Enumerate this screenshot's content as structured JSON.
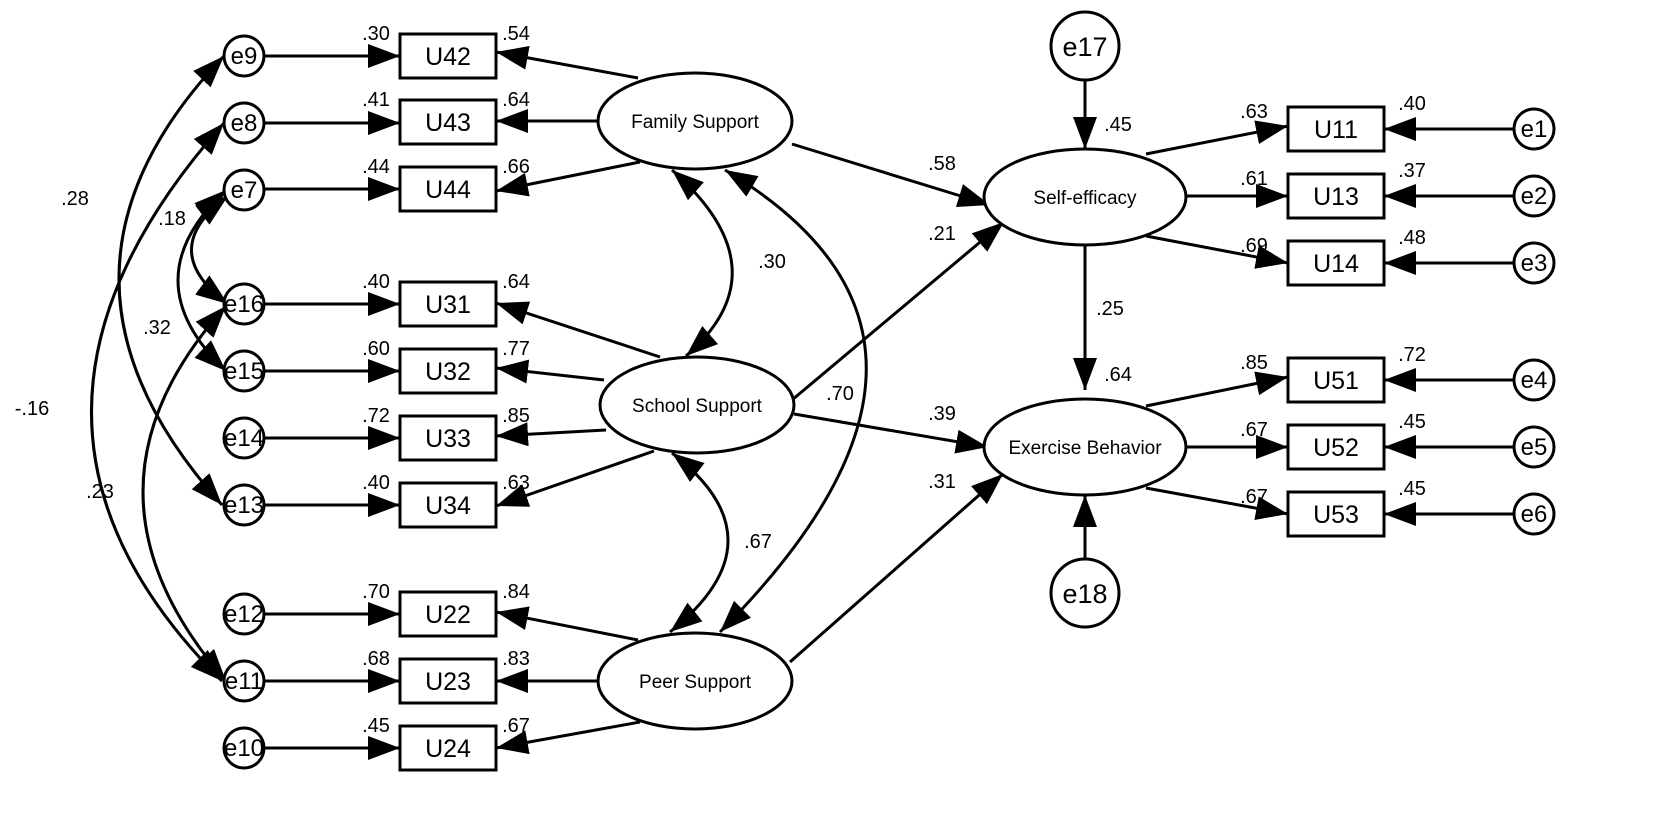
{
  "diagram": {
    "latents": {
      "family": "Family Support",
      "school": "School Support",
      "peer": "Peer Support",
      "selfeff": "Self-efficacy",
      "exercise": "Exercise Behavior"
    },
    "boxes": {
      "U42": "U42",
      "U43": "U43",
      "U44": "U44",
      "U31": "U31",
      "U32": "U32",
      "U33": "U33",
      "U34": "U34",
      "U22": "U22",
      "U23": "U23",
      "U24": "U24",
      "U11": "U11",
      "U13": "U13",
      "U14": "U14",
      "U51": "U51",
      "U52": "U52",
      "U53": "U53"
    },
    "errors": {
      "e1": "e1",
      "e2": "e2",
      "e3": "e3",
      "e4": "e4",
      "e5": "e5",
      "e6": "e6",
      "e7": "e7",
      "e8": "e8",
      "e9": "e9",
      "e10": "e10",
      "e11": "e11",
      "e12": "e12",
      "e13": "e13",
      "e14": "e14",
      "e15": "e15",
      "e16": "e16",
      "e17": "e17",
      "e18": "e18"
    },
    "squared_multiple_correlations": {
      "U42": ".30",
      "U43": ".41",
      "U44": ".44",
      "U31": ".40",
      "U32": ".60",
      "U33": ".72",
      "U34": ".40",
      "U22": ".70",
      "U23": ".68",
      "U24": ".45",
      "U11": ".40",
      "U13": ".37",
      "U14": ".48",
      "U51": ".72",
      "U52": ".45",
      "U53": ".45",
      "selfeff": ".45",
      "exercise": ".64"
    },
    "loadings": {
      "U42": ".54",
      "U43": ".64",
      "U44": ".66",
      "U31": ".64",
      "U32": ".77",
      "U33": ".85",
      "U34": ".63",
      "U22": ".84",
      "U23": ".83",
      "U24": ".67",
      "U11": ".63",
      "U13": ".61",
      "U14": ".69",
      "U51": ".85",
      "U52": ".67",
      "U53": ".67"
    },
    "paths": {
      "family_selfeff": ".58",
      "school_selfeff": ".21",
      "school_exercise": ".39",
      "peer_exercise": ".31",
      "selfeff_exercise": ".25"
    },
    "correlations": {
      "family_school": ".30",
      "school_peer": ".67",
      "family_peer": ".70",
      "e9_e13": ".28",
      "e8_e11": "-.16",
      "e7_e15": ".18",
      "e7_e16": ".32",
      "e16_e11": ".23"
    }
  }
}
